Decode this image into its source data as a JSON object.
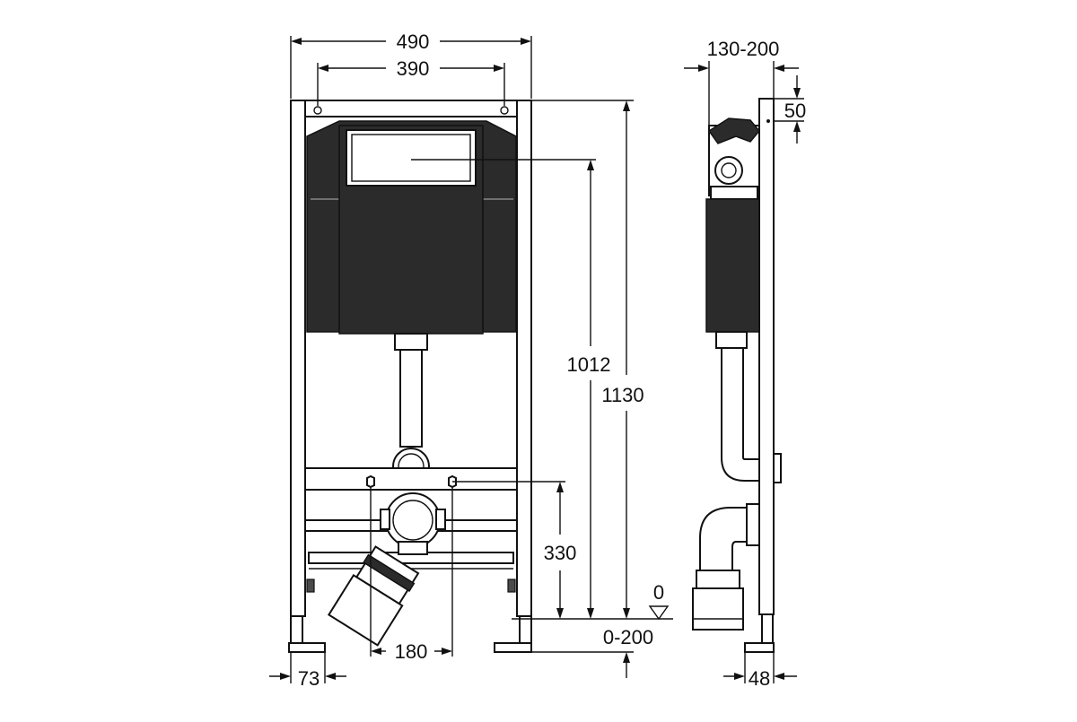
{
  "dimensions": {
    "overall_width": "490",
    "mounting_hole_spacing": "390",
    "overall_height": "1130",
    "cistern_height": "1012",
    "connection_height": "330",
    "floor_level": "0",
    "foot_adjustment": "0-200",
    "drain_offset": "180",
    "foot_width": "73",
    "wall_distance": "130-200",
    "top_offset": "50",
    "side_foot": "48"
  }
}
